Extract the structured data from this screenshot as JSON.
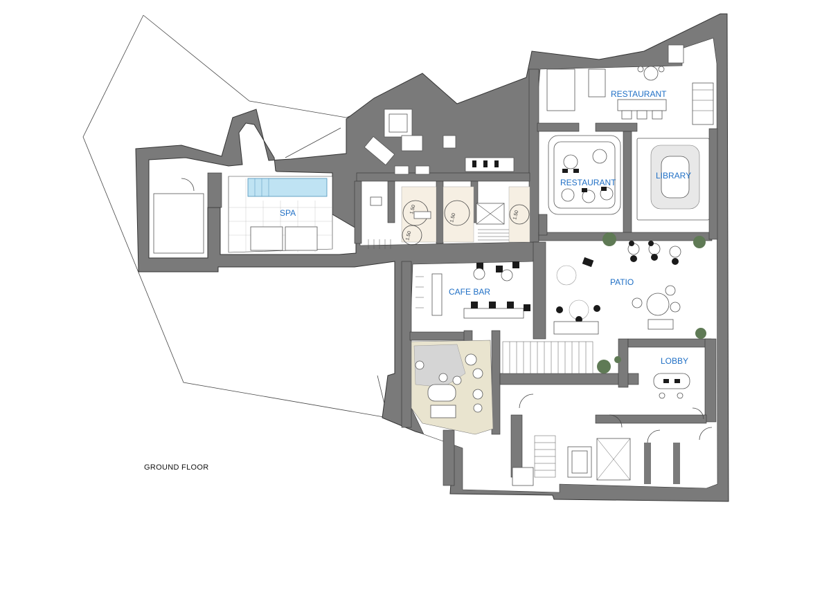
{
  "floor_label": "GROUND FLOOR",
  "rooms": {
    "spa": "SPA",
    "cafe_bar": "CAFE BAR",
    "restaurant_north": "RESTAURANT",
    "restaurant_south": "RESTAURANT",
    "library": "LIBRARY",
    "patio": "PATIO",
    "lobby": "LOBBY"
  },
  "dimensions": [
    "1.50",
    "1.50",
    "1.50",
    "1.50"
  ],
  "colors": {
    "wall": "#7a7a7a",
    "room_label": "#1f6fc5",
    "pool": "#bfe3f3",
    "cafe_lounge": "#e9e4cf",
    "wc_floor": "#f6efe3",
    "plant": "#5f7a55"
  }
}
